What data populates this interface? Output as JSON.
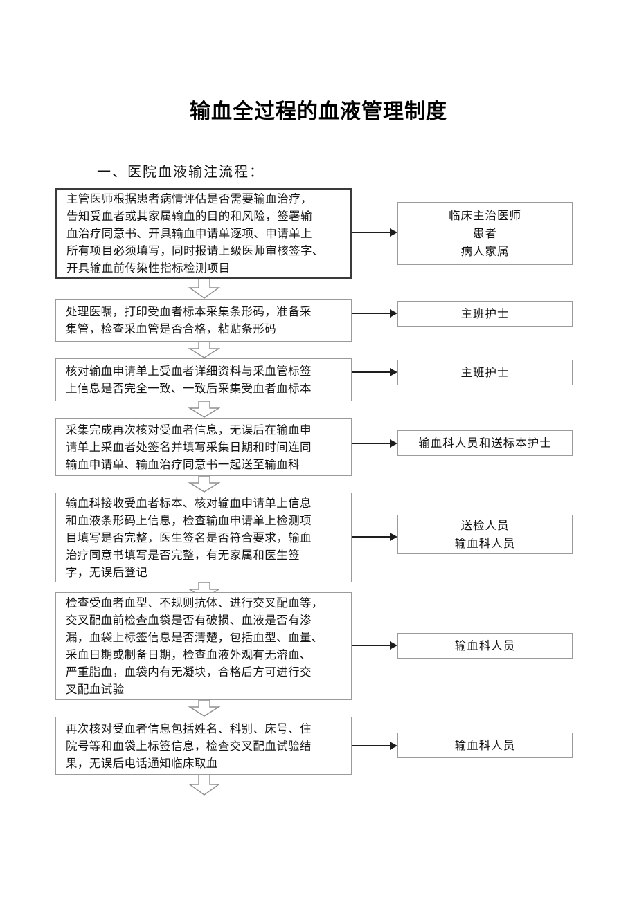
{
  "document": {
    "title": "输血全过程的血液管理制度",
    "section_heading": "一、医院血液输注流程："
  },
  "flow": {
    "steps": [
      {
        "id": "step-1",
        "process": "主管医师根据患者病情评估是否需要输血治疗，\n告知受血者或其家属输血的目的和风险，签署输\n血治疗同意书、开具输血申请单逐项、申请单上\n所有项目必须填写，同时报请上级医师审核签字、\n开具输血前传染性指标检测项目",
        "actor": "临床主治医师\n患者\n病人家属",
        "emphasis": true
      },
      {
        "id": "step-2",
        "process": "处理医嘱，打印受血者标本采集条形码，准备采\n集管，检查采血管是否合格，粘贴条形码",
        "actor": "主班护士",
        "emphasis": false
      },
      {
        "id": "step-3",
        "process": "核对输血申请单上受血者详细资料与采血管标签\n上信息是否完全一致、一致后采集受血者血标本",
        "actor": "主班护士",
        "emphasis": false
      },
      {
        "id": "step-4",
        "process": "采集完成再次核对受血者信息，无误后在输血申\n请单上采血者处签名并填写采集日期和时间连同\n输血申请单、输血治疗同意书一起送至输血科",
        "actor": "输血科人员和送标本护士",
        "emphasis": false
      },
      {
        "id": "step-5",
        "process": "输血科接收受血者标本、核对输血申请单上信息\n和血液条形码上信息，检查输血申请单上检测项\n目填写是否完整，医生签名是否符合要求，输血\n治疗同意书填写是否完整，有无家属和医生签\n字，无误后登记",
        "actor": "送检人员\n输血科人员",
        "emphasis": false
      },
      {
        "id": "step-6",
        "process": "检查受血者血型、不规则抗体、进行交叉配血等，\n交叉配血前检查血袋是否有破损、血液是否有渗\n漏，血袋上标签信息是否清楚，包括血型、血量、\n采血日期或制备日期，检查血液外观有无溶血、\n严重脂血，血袋内有无凝块，合格后方可进行交\n叉配血试验",
        "actor": "输血科人员",
        "emphasis": false
      },
      {
        "id": "step-7",
        "process": "再次核对受血者信息包括姓名、科别、床号、住\n院号等和血袋上标签信息，检查交叉配血试验结\n果，无误后电话通知临床取血",
        "actor": "输血科人员",
        "emphasis": false
      }
    ],
    "connector_icons": {
      "vertical": "down-block-arrow-icon",
      "horizontal": "right-arrow-icon"
    }
  },
  "colors": {
    "page_background": "#ffffff",
    "box_border": "#9b9b9b",
    "emphasis_border": "#3a3a3a",
    "arrow": "#1d1d1d",
    "text": "#141414"
  }
}
